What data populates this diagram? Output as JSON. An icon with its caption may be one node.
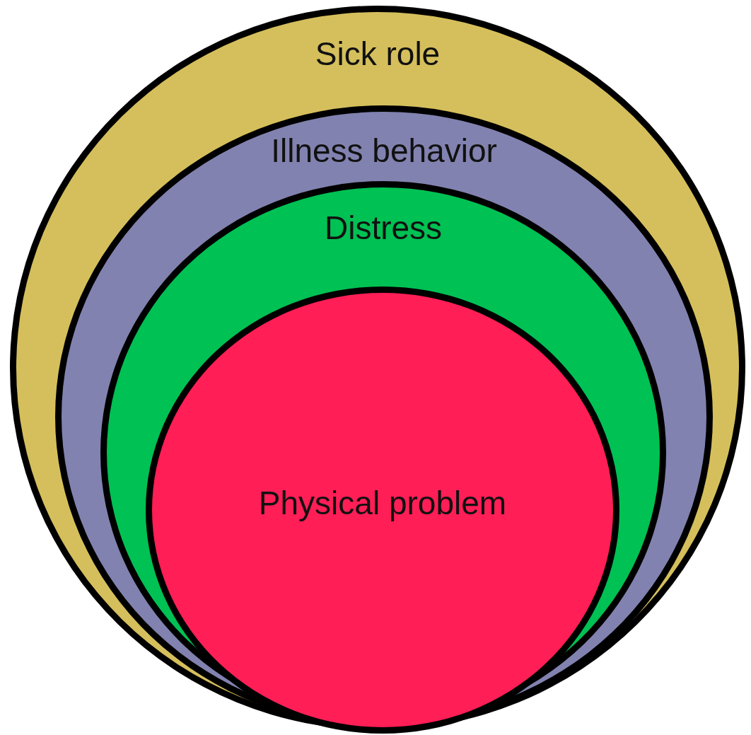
{
  "diagram": {
    "nodes": [
      {
        "text": [
          "Sick role"
        ]
      },
      {
        "text": [
          "Illness behavior"
        ],
        "in": 0
      },
      {
        "text": [
          "Distress"
        ],
        "in": 1
      },
      {
        "text": [
          "Physical problem"
        ],
        "in": 2
      }
    ]
  }
}
